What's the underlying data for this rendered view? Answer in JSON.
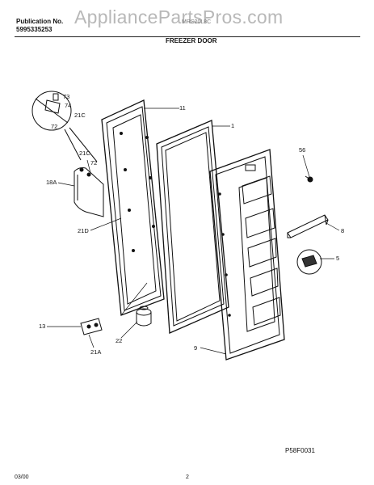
{
  "header": {
    "publication_label": "Publication No.",
    "publication_number": "5995335253",
    "model": "MRS20L8C",
    "watermark": "AppliancePartsPros.com",
    "section_title": "FREEZER DOOR"
  },
  "callouts": {
    "outer_door": "11",
    "gasket": "1",
    "screw": "56",
    "shelf_bar": "8",
    "cover": "5",
    "liner": "9",
    "hinge_bottom": "13",
    "hinge_pin": "22",
    "hinge_bushing": "21A",
    "handle": "18A",
    "handle_screw_lower": "21D",
    "handle_screw_upper": "21C",
    "handle_clip": "72",
    "detail_73": "73",
    "detail_74": "74",
    "detail_21c": "21C",
    "detail_72": "72"
  },
  "footer": {
    "figure_code": "P58F0031",
    "date": "03/00",
    "page": "2"
  }
}
